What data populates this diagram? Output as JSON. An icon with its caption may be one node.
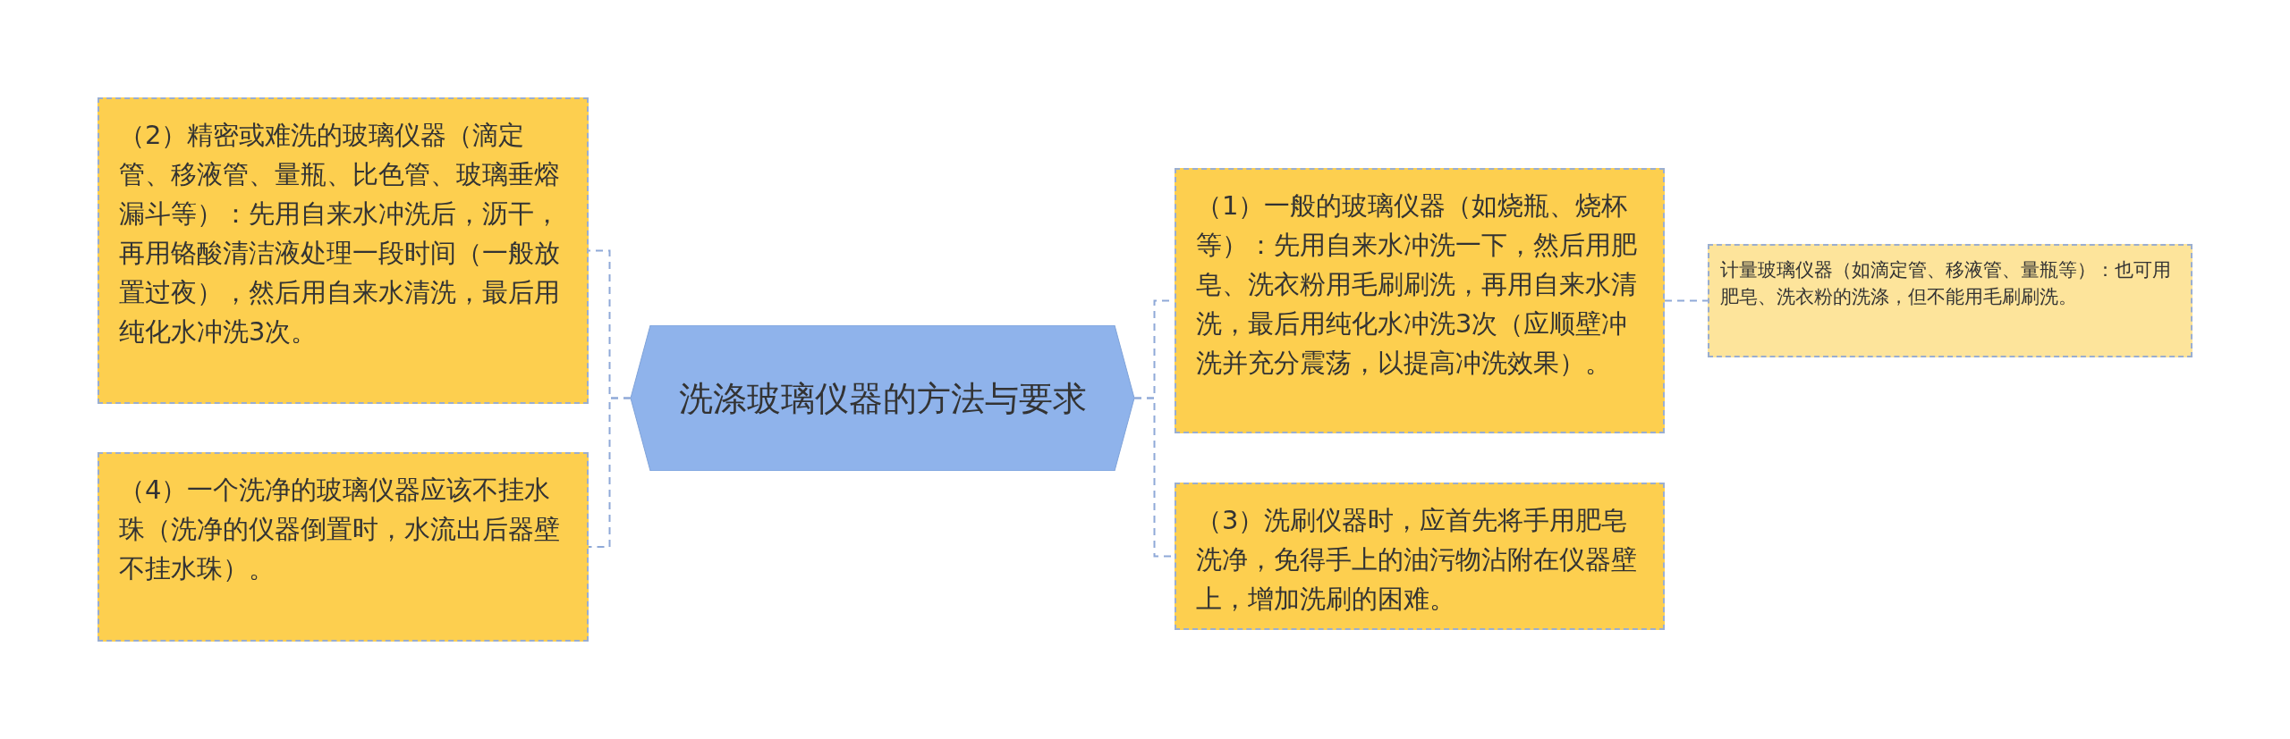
{
  "diagram": {
    "nodes": [
      {
        "text": [
          "洗涤玻璃仪器的方法与要求"
        ]
      },
      {
        "text": [
          "（2）精密或难洗的玻璃仪器（滴定管、移液管、量瓶、比色管、玻璃垂熔漏斗等）：先用自来水冲洗后，沥干，再用铬酸清洁液处理一段时间（一般放置过夜），然后用自来水清洗，最后用纯化水冲洗3次。"
        ]
      },
      {
        "text": [
          "（4）一个洗净的玻璃仪器应该不挂水珠（洗净的仪器倒置时，水流出后器壁不挂水珠）。"
        ]
      },
      {
        "text": [
          "（1）一般的玻璃仪器（如烧瓶、烧杯等）：先用自来水冲洗一下，然后用肥皂、洗衣粉用毛刷刷洗，再用自来水清洗，最后用纯化水冲洗3次（应顺壁冲洗并充分震荡，以提高冲洗效果）。"
        ]
      },
      {
        "text": [
          "（3）洗刷仪器时，应首先将手用肥皂洗净，免得手上的油污物沾附在仪器壁上，增加洗刷的困难。"
        ]
      },
      {
        "text": [
          "计量玻璃仪器（如滴定管、移液管、量瓶等）：也可用肥皂、洗衣粉的洗涤，但不能用毛刷刷洗。"
        ]
      }
    ],
    "edges": [
      {
        "from": 0,
        "to": 1,
        "arrow": "none"
      },
      {
        "from": 0,
        "to": 2,
        "arrow": "none"
      },
      {
        "from": 0,
        "to": 3,
        "arrow": "none"
      },
      {
        "from": 0,
        "to": 4,
        "arrow": "none"
      },
      {
        "from": 3,
        "to": 5,
        "arrow": "none"
      }
    ]
  }
}
